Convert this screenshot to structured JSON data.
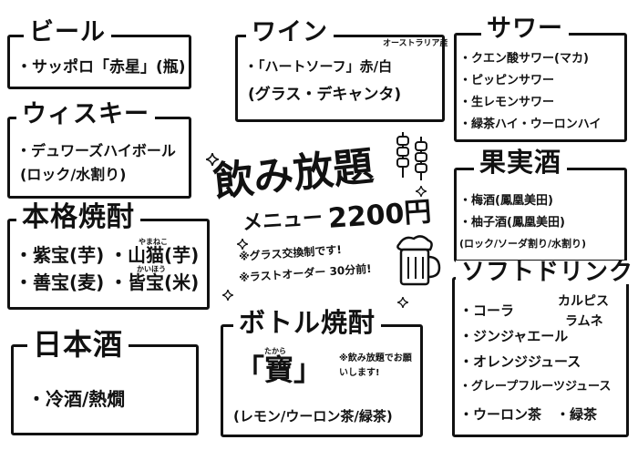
{
  "sections": {
    "beer": {
      "title": "ビール",
      "items": [
        "・サッポロ「赤星」(瓶)"
      ]
    },
    "whisky": {
      "title": "ウィスキー",
      "items": [
        "・デュワーズハイボール",
        "(ロック/水割り)"
      ]
    },
    "shochu": {
      "title": "本格焼酎",
      "items": [
        "・紫宝(芋)",
        "・山猫(芋)",
        "・善宝(麦)",
        "・皆宝(米)"
      ],
      "ruby": [
        "やまねこ",
        "かいほう"
      ]
    },
    "sake": {
      "title": "日本酒",
      "items": [
        "・冷酒/熱燗"
      ]
    },
    "wine": {
      "title": "ワイン",
      "items": [
        "・「ハートソーフ」赤/白",
        "(グラス・デキャンタ)"
      ],
      "note": "オーストラリア産"
    },
    "sour": {
      "title": "サワー",
      "items": [
        "・クエン酸サワー(マカ)",
        "・ピッピンサワー",
        "・生レモンサワー",
        "・緑茶ハイ・ウーロンハイ"
      ]
    },
    "kajitsushu": {
      "title": "果実酒",
      "items": [
        "・梅酒(鳳凰美田)",
        "・柚子酒(鳳凰美田)",
        "(ロック/ソーダ割り/水割り)"
      ]
    },
    "bottle": {
      "title": "ボトル焼酎",
      "item": "「寶」",
      "ruby": "たから",
      "note": [
        "※飲み放題でお願いします!",
        ""
      ],
      "mixers": "(レモン/ウーロン茶/緑茶)"
    },
    "softdrink": {
      "title": "ソフトドリンク",
      "items": [
        "・コーラ",
        "カルピス",
        "ラムネ",
        "・ジンジャエール",
        "・オレンジジュース",
        "・グレープフルーツジュース",
        "・ウーロン茶",
        "・緑茶"
      ]
    }
  },
  "center": {
    "title": "飲み放題",
    "menu_label": "メニュー",
    "price": "2200円",
    "notes": [
      "※グラス交換制です!",
      "※ラストオーダー 30分前!"
    ]
  },
  "icons": [
    "sparkle-icon",
    "skewer-icon",
    "beer-mug-icon"
  ]
}
